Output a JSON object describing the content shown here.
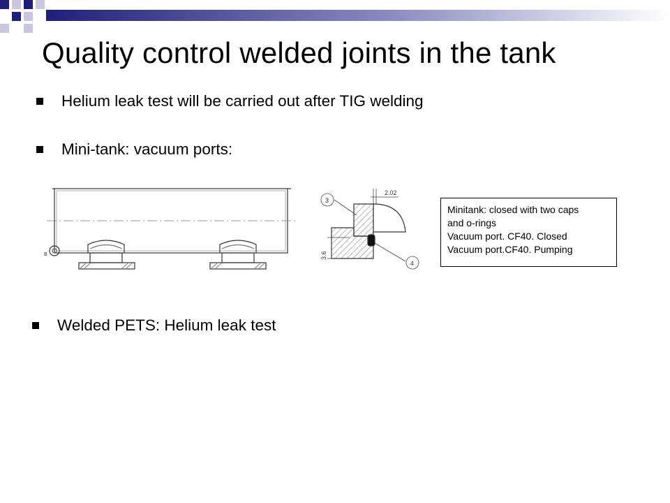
{
  "slide": {
    "title": "Quality control welded joints in the tank",
    "bullets": [
      "Helium leak test will be carried out after TIG welding",
      "Mini-tank: vacuum ports:",
      "Welded PETS: Helium leak test"
    ],
    "note_lines": [
      "Minitank: closed with two caps",
      "and o-rings",
      "Vacuum port. CF40. Closed",
      "Vacuum port.CF40. Pumping"
    ],
    "drawing_labels": {
      "dim_top": "2.02",
      "dim_side": "3.6",
      "callout_3": "3",
      "callout_4": "4",
      "detail_letter": "B"
    },
    "colors": {
      "deco_navy": "#1f1f7a",
      "deco_light": "#c8c8e0",
      "bar_start": "#1f1f7a",
      "bar_end": "#ffffff"
    }
  }
}
